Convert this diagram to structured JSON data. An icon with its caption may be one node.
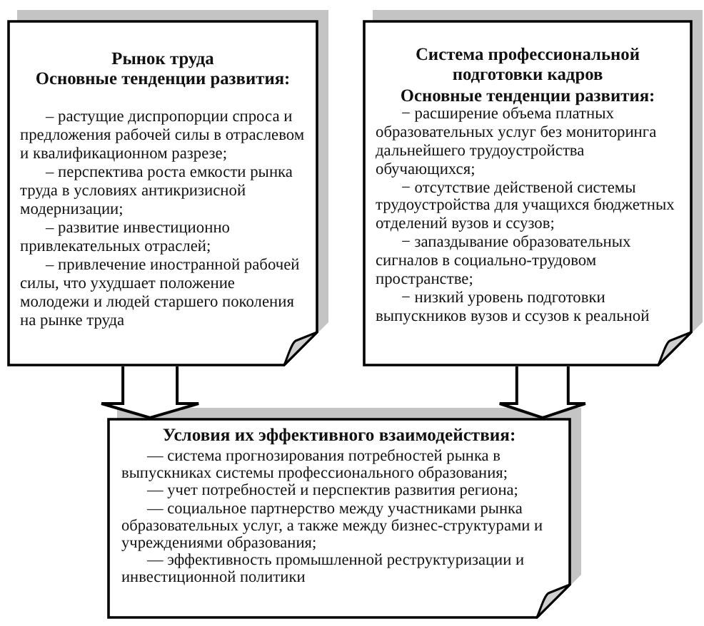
{
  "diagram": {
    "nodes": [
      {
        "text": [
          "Рынок труда",
          "Основные тенденции развития:",
          "– растущие диспропорции спроса и предложения рабочей силы в отраслевом и квалификационном разрезе;",
          "– перспектива роста емкости рынка труда в условиях антикризисной модернизации;",
          "– развитие инвестиционно привлекательных отраслей;",
          "– привлечение иностранной рабочей силы, что ухудшает положение молодежи и людей старшего поколения на рынке труда"
        ]
      },
      {
        "text": [
          "Система профессиональной подготовки кадров",
          "Основные тенденции развития:",
          "− расширение объема платных образовательных услуг без мониторинга дальнейшего трудоустройства обучающихся;",
          "− отсутствие действеной системы трудоустройства для учащихся бюджетных отделений вузов и ссузов;",
          "− запаздывание образовательных сигналов в социально-трудовом пространстве;",
          "− низкий уровень подготовки выпускников вузов и ссузов к реальной"
        ]
      },
      {
        "text": [
          "Условия их эффективного взаимодействия:",
          "— система прогнозирования потребностей рынка в выпускниках системы профессионального образования;",
          "— учет потребностей и перспектив развития региона;",
          "— социальное партнерство между участниками рынка образовательных услуг, а также между бизнес-структурами и учреждениями образования;",
          "— эффективность промышленной реструктуризации и инвестиционной политики"
        ]
      }
    ],
    "edges": [
      {
        "from": 0,
        "to": 2,
        "arrow": "to",
        "style": "thick"
      },
      {
        "from": 1,
        "to": 2,
        "arrow": "to",
        "style": "thick"
      }
    ]
  }
}
